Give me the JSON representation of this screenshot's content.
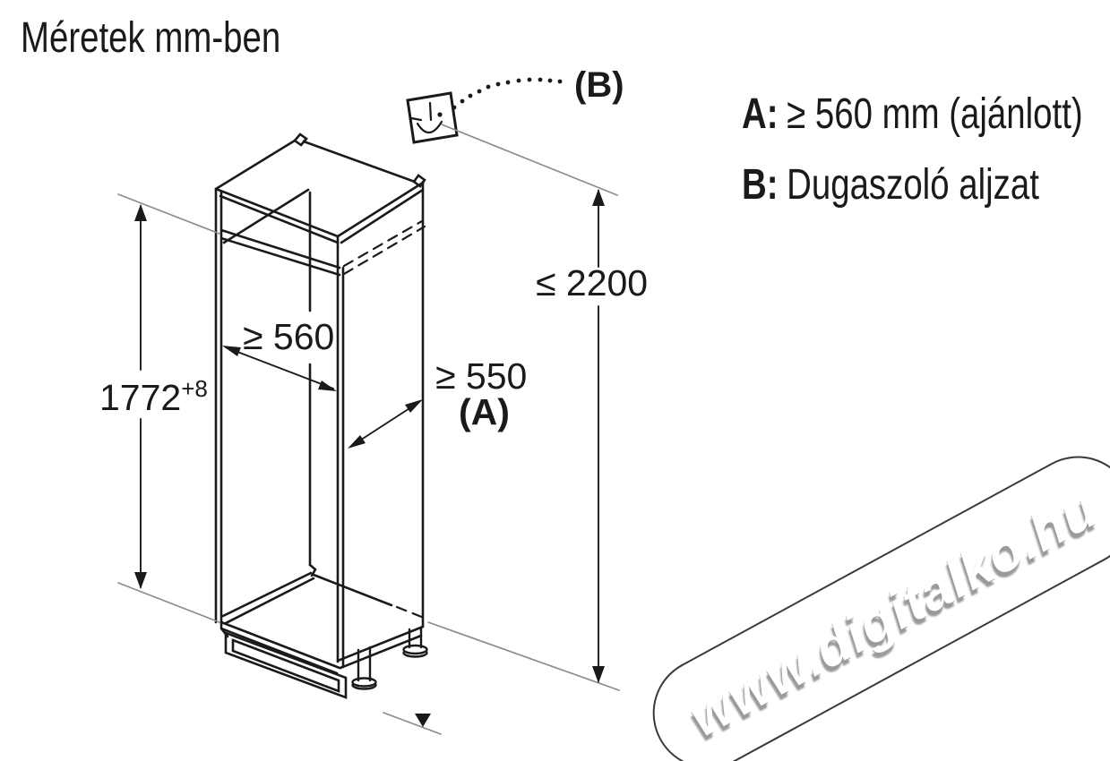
{
  "title": "Méretek mm-ben",
  "legend": {
    "a_key": "A:",
    "a_value": "≥ 560 mm (ajánlott)",
    "b_key": "B:",
    "b_value": "Dugaszoló aljzat"
  },
  "dimensions": {
    "niche_height": {
      "value": "1772",
      "tolerance": "+8"
    },
    "niche_width": "≥ 560",
    "niche_depth": "≥ 550",
    "depth_ref": "(A)",
    "max_socket_height": "≤ 2200",
    "socket_ref": "(B)"
  },
  "icons": {
    "socket": "schuko-socket-symbol",
    "floor_marker": "floor-level-triangle"
  },
  "watermark": "www.digitalko.hu",
  "colors": {
    "line": "#1a1a1a",
    "extension_line": "#8c8c8c",
    "background": "#ffffff",
    "watermark_shadow": "#9a9a9a"
  }
}
